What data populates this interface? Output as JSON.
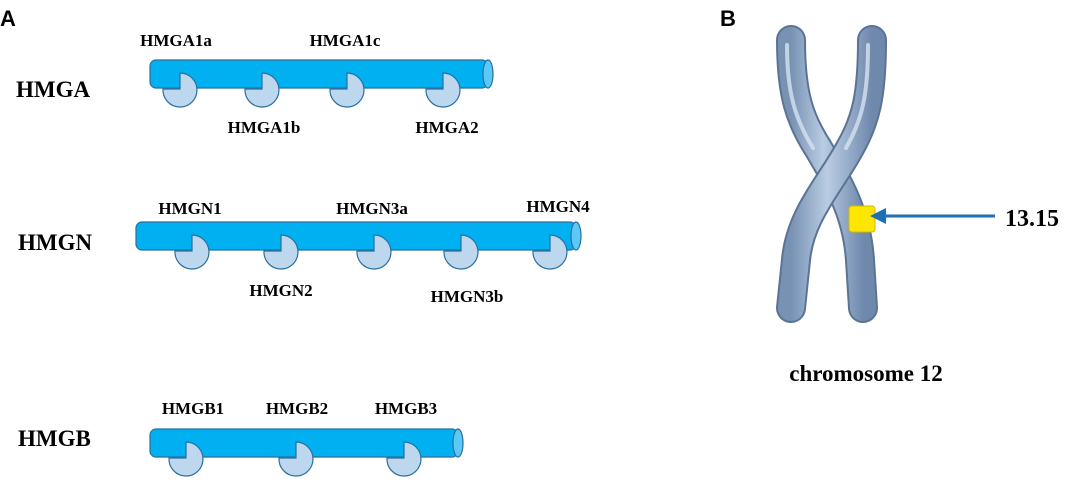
{
  "panels": {
    "a": {
      "letter": "A",
      "groups": [
        {
          "family": "HMGA",
          "color": "#00b0f0",
          "genes": [
            {
              "label": "HMGA1a",
              "pos": "above"
            },
            {
              "label": "HMGA1b",
              "pos": "below"
            },
            {
              "label": "HMGA1c",
              "pos": "above"
            },
            {
              "label": "HMGA2",
              "pos": "below"
            }
          ]
        },
        {
          "family": "HMGN",
          "color": "#00b0f0",
          "genes": [
            {
              "label": "HMGN1",
              "pos": "above"
            },
            {
              "label": "HMGN2",
              "pos": "below"
            },
            {
              "label": "HMGN3a",
              "pos": "above"
            },
            {
              "label": "HMGN3b",
              "pos": "below"
            },
            {
              "label": "HMGN4",
              "pos": "above"
            }
          ]
        },
        {
          "family": "HMGB",
          "color": "#00b0f0",
          "genes": [
            {
              "label": "HMGB1",
              "pos": "above"
            },
            {
              "label": "HMGB2",
              "pos": "above"
            },
            {
              "label": "HMGB3",
              "pos": "above"
            }
          ]
        }
      ]
    },
    "b": {
      "letter": "B",
      "band": "13.15",
      "chromosome": "chromosome 12",
      "band_color": "#ffe600",
      "arrow_color": "#1f6fb5",
      "chromosome_color": "#8fa9c8"
    }
  }
}
